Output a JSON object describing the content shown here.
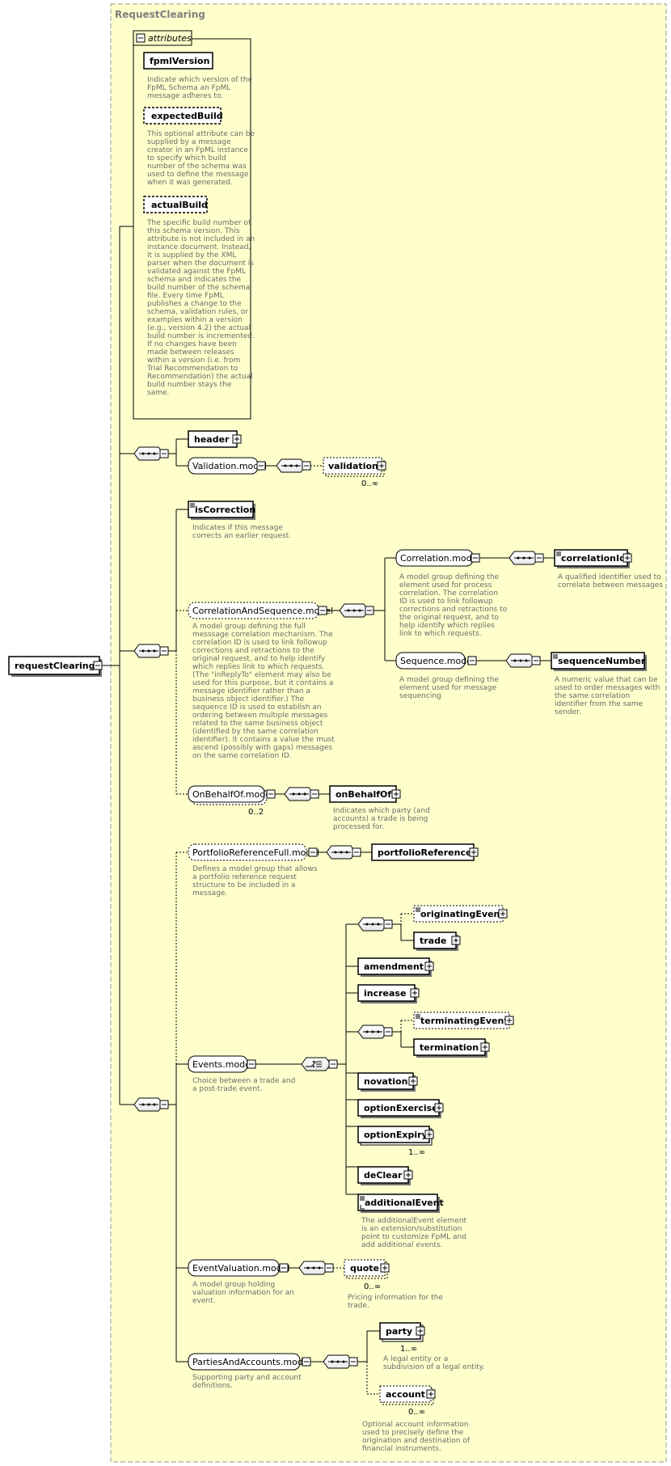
{
  "diagram": {
    "title": "RequestClearing",
    "root": "requestClearing",
    "attributes": {
      "header": "attributes",
      "items": [
        {
          "name": "fpmlVersion",
          "doc": [
            "Indicate which version of the",
            "FpML Schema an FpML",
            "message adheres to."
          ]
        },
        {
          "name": "expectedBuild",
          "doc": [
            "This optional attribute can be",
            "supplied by a message",
            "creator in an FpML instance",
            "to specify which build",
            "number of the schema was",
            "used to define the message",
            "when it was generated."
          ]
        },
        {
          "name": "actualBuild",
          "doc": [
            "The specific build number of",
            "this schema version. This",
            "attribute is not included in an",
            "instance document. Instead,",
            "it is supplied by the XML",
            "parser when the document is",
            "validated against the FpML",
            "schema and indicates the",
            "build number of the schema",
            "file. Every time FpML",
            "publishes a change to the",
            "schema, validation rules, or",
            "examples within a version",
            "(e.g., version 4.2) the actual",
            "build number is incremented.",
            "If no changes have been",
            "made between releases",
            "within a version (i.e. from",
            "Trial Recommendation to",
            "Recommendation) the actual",
            "build number stays the",
            "same."
          ]
        }
      ]
    },
    "group1": {
      "header": "header",
      "validation_model": "Validation.model",
      "validation": "validation",
      "validation_card": "0..∞"
    },
    "group2": {
      "isCorrection": "isCorrection",
      "isCorrection_doc": [
        "Indicates if this message",
        "corrects an earlier request."
      ],
      "cas_model": "CorrelationAndSequence.model",
      "cas_doc": [
        "A model group defining the full",
        "messsage correlation mechanism. The",
        "correlation ID is used to link followup",
        "corrections and retractions to the",
        "original request, and to help identify",
        "which replies link to which requests.",
        "(The \"inReplyTo\" element may also be",
        "used for this purpose, but it contains a",
        "message identifier rather than a",
        "business object identifier.) The",
        "sequence ID is used to establish an",
        "ordering between multiple messages",
        "related to the same business object",
        "(identified by the same correlation",
        "identifier). It contains a value the must",
        "ascend (possibly with gaps) messages",
        "on the same correlation ID."
      ],
      "correlation_model": "Correlation.model",
      "correlation_doc": [
        "A model group defining the",
        "element used for process",
        "correlation. The correlation",
        "ID is used to link followup",
        "corrections and retractions to",
        "the original request, and to",
        "help identify which replies",
        "link to which requests."
      ],
      "correlationId": "correlationId",
      "correlationId_doc": [
        "A qualified identifier used to",
        "correlate between messages"
      ],
      "sequence_model": "Sequence.model",
      "sequence_doc": [
        "A model group defining the",
        "element used for message",
        "sequencing"
      ],
      "sequenceNumber": "sequenceNumber",
      "sequenceNumber_doc": [
        "A numeric value that can be",
        "used to order messages with",
        "the same correlation",
        "identifier from the same",
        "sender."
      ],
      "obo_model": "OnBehalfOf.model",
      "obo_card": "0..2",
      "onBehalfOf": "onBehalfOf",
      "onBehalfOf_doc": [
        "Indicates which party (and",
        "accounts) a trade is being",
        "processed for."
      ]
    },
    "group3": {
      "prf_model": "PortfolioReferenceFull.model",
      "prf_doc": [
        "Defines a model group that allows",
        "a portfolio reference request",
        "structure to be included in a",
        "message."
      ],
      "portfolioReference": "portfolioReference",
      "events_model": "Events.model",
      "events_doc": [
        "Choice between a trade and",
        "a post-trade event."
      ],
      "originatingEvent": "originatingEvent",
      "trade": "trade",
      "amendment": "amendment",
      "increase": "increase",
      "terminatingEvent": "terminatingEvent",
      "termination": "termination",
      "novation": "novation",
      "optionExercise": "optionExercise",
      "optionExpiry": "optionExpiry",
      "optionExpiry_card": "1..∞",
      "deClear": "deClear",
      "additionalEvent": "additionalEvent",
      "additionalEvent_doc": [
        "The additionalEvent element",
        "is an extension/substitution",
        "point to customize FpML and",
        "add additional events."
      ],
      "ev_model": "EventValuation.model",
      "ev_doc": [
        "A model group holding",
        "valuation information for an",
        "event."
      ],
      "quote": "quote",
      "quote_card": "0..∞",
      "quote_doc": [
        "Pricing information for the",
        "trade."
      ],
      "paa_model": "PartiesAndAccounts.model",
      "paa_doc": [
        "Supporting party and account",
        "definitions."
      ],
      "party": "party",
      "party_card": "1..∞",
      "party_doc": [
        "A legal entity or a",
        "subdivision of a legal entity."
      ],
      "account": "account",
      "account_card": "0..∞",
      "account_doc": [
        "Optional account information",
        "used to precisely define the",
        "origination and destination of",
        "financial instruments."
      ]
    }
  },
  "colors": {
    "background": "#ffffcc",
    "border": "#999999",
    "doc_text": "#6b6b6b"
  }
}
